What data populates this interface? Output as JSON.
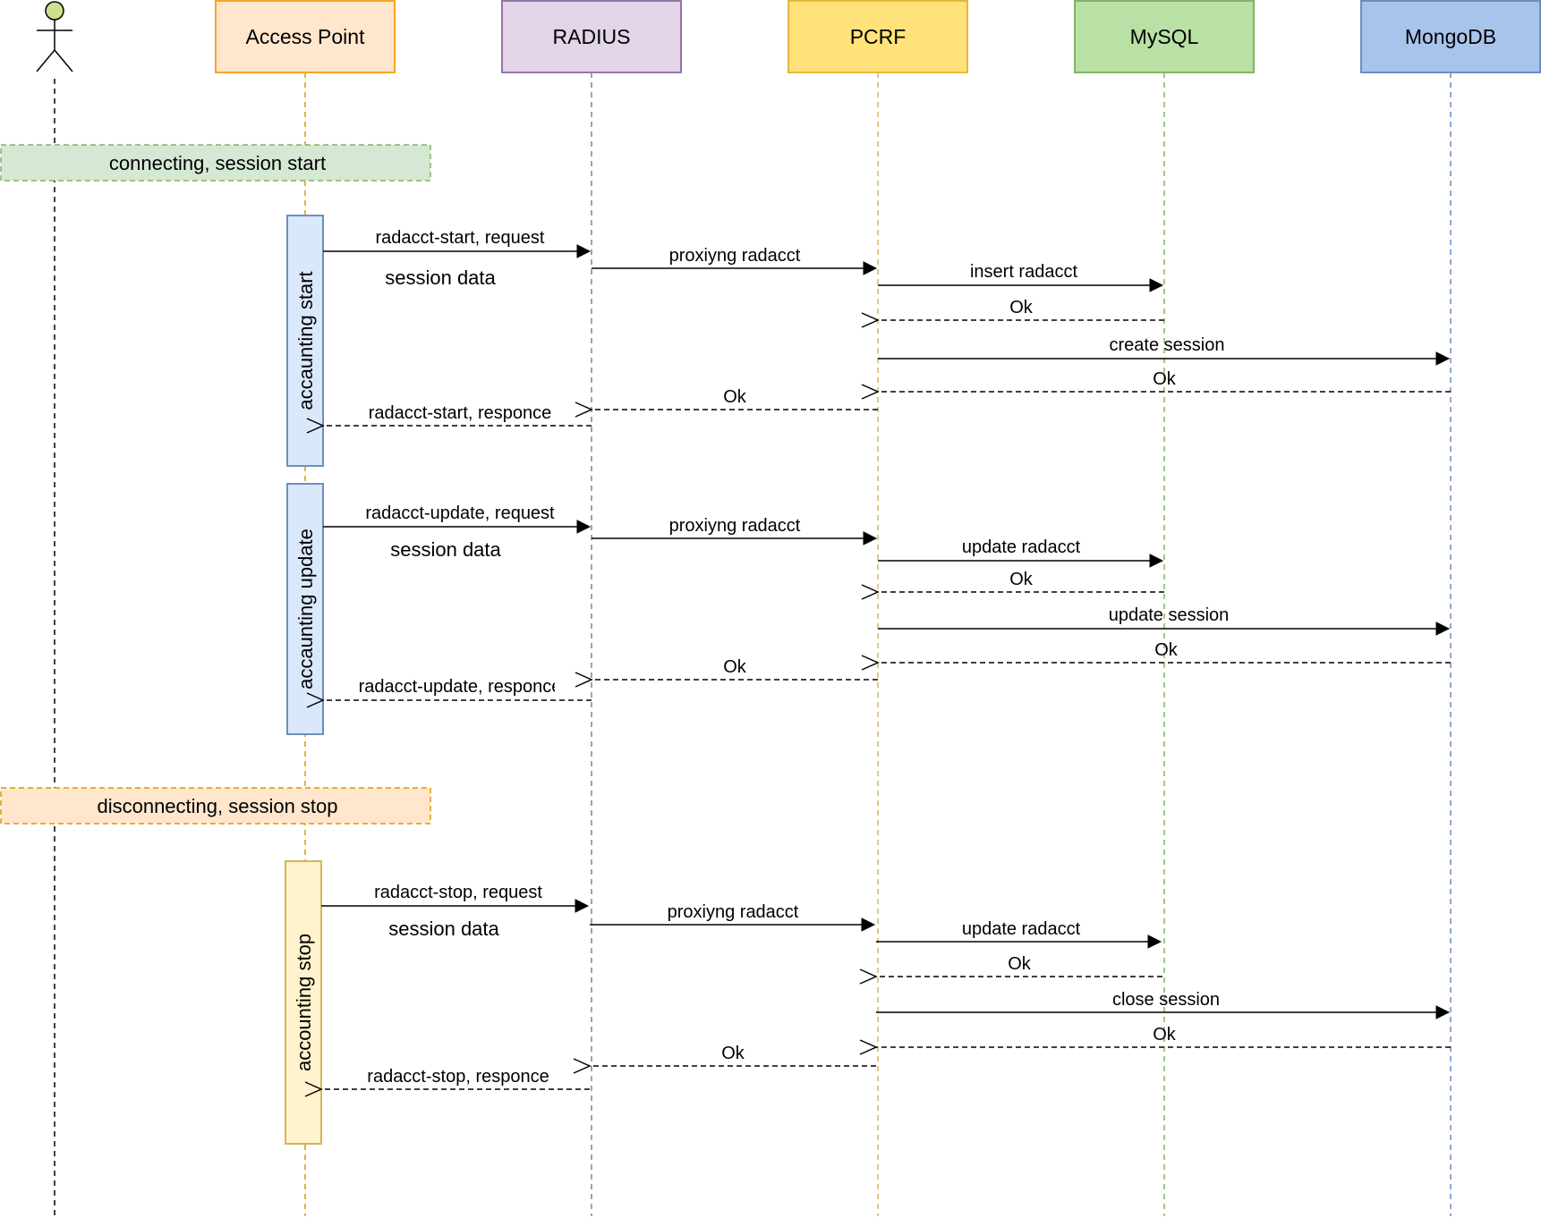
{
  "participants": [
    {
      "id": "user",
      "label": "",
      "kind": "actor",
      "stroke": "#000000",
      "fill": "#d5e8d4",
      "headFill": "#cde08a",
      "headStroke": "#82b366"
    },
    {
      "id": "ap",
      "label": "Access Point",
      "kind": "box",
      "fill": "#ffe6cc",
      "stroke": "#f5a623",
      "line": "#d79b00"
    },
    {
      "id": "radius",
      "label": "RADIUS",
      "kind": "box",
      "fill": "#e1d5e7",
      "stroke": "#9673a6",
      "line": "#9673a6"
    },
    {
      "id": "pcrf",
      "label": "PCRF",
      "kind": "box",
      "fill": "#ffe27a",
      "stroke": "#e6b83a",
      "line": "#d6b656"
    },
    {
      "id": "mysql",
      "label": "MySQL",
      "kind": "box",
      "fill": "#b9e0a5",
      "stroke": "#82b366",
      "line": "#82b366"
    },
    {
      "id": "mongodb",
      "label": "MongoDB",
      "kind": "box",
      "fill": "#a9c4eb",
      "stroke": "#6c8ebf",
      "line": "#6c8ebf"
    }
  ],
  "notes": [
    {
      "id": "connecting",
      "label": "connecting, session start",
      "fill": "#d5e8d4",
      "stroke": "#82b366"
    },
    {
      "id": "disconnecting",
      "label": "disconnecting, session stop",
      "fill": "#ffe6cc",
      "stroke": "#d79b00"
    }
  ],
  "activations": [
    {
      "id": "acc-start",
      "label": "accaunting start",
      "fill": "#dae8fc",
      "stroke": "#6c8ebf"
    },
    {
      "id": "acc-update",
      "label": "accaunting update",
      "fill": "#dae8fc",
      "stroke": "#6c8ebf"
    },
    {
      "id": "acc-stop",
      "label": "accounting stop",
      "fill": "#fff2cc",
      "stroke": "#d6b656"
    }
  ],
  "messages": [
    {
      "from": "ap",
      "to": "radius",
      "label": "radacct-start, request",
      "dashed": false
    },
    {
      "from": "radius",
      "to": "pcrf",
      "label": "proxiyng  radacct",
      "dashed": false
    },
    {
      "from": "pcrf",
      "to": "mysql",
      "label": "insert  radacct",
      "dashed": false
    },
    {
      "from": "mysql",
      "to": "pcrf",
      "label": "Ok",
      "dashed": true
    },
    {
      "from": "pcrf",
      "to": "mongodb",
      "label": "create session",
      "dashed": false
    },
    {
      "from": "mongodb",
      "to": "pcrf",
      "label": "Ok",
      "dashed": true
    },
    {
      "from": "pcrf",
      "to": "radius",
      "label": "Ok",
      "dashed": true
    },
    {
      "from": "radius",
      "to": "ap",
      "label": "radacct-start, responce",
      "dashed": true
    },
    {
      "from": "ap",
      "to": "radius",
      "label": "radacct-update, request",
      "dashed": false
    },
    {
      "from": "radius",
      "to": "pcrf",
      "label": "proxiyng  radacct",
      "dashed": false
    },
    {
      "from": "pcrf",
      "to": "mysql",
      "label": "update  radacct",
      "dashed": false
    },
    {
      "from": "mysql",
      "to": "pcrf",
      "label": "Ok",
      "dashed": true
    },
    {
      "from": "pcrf",
      "to": "mongodb",
      "label": "update session",
      "dashed": false
    },
    {
      "from": "mongodb",
      "to": "pcrf",
      "label": "Ok",
      "dashed": true
    },
    {
      "from": "pcrf",
      "to": "radius",
      "label": "Ok",
      "dashed": true
    },
    {
      "from": "radius",
      "to": "ap",
      "label": "radacct-update, responce",
      "dashed": true
    },
    {
      "from": "ap",
      "to": "radius",
      "label": "radacct-stop, request",
      "dashed": false
    },
    {
      "from": "radius",
      "to": "pcrf",
      "label": "proxiyng  radacct",
      "dashed": false
    },
    {
      "from": "pcrf",
      "to": "mysql",
      "label": "update  radacct",
      "dashed": false
    },
    {
      "from": "mysql",
      "to": "pcrf",
      "label": "Ok",
      "dashed": true
    },
    {
      "from": "pcrf",
      "to": "mongodb",
      "label": "close session",
      "dashed": false
    },
    {
      "from": "mongodb",
      "to": "pcrf",
      "label": "Ok",
      "dashed": true
    },
    {
      "from": "pcrf",
      "to": "radius",
      "label": "Ok",
      "dashed": true
    },
    {
      "from": "radius",
      "to": "ap",
      "label": "radacct-stop, responce",
      "dashed": true
    }
  ],
  "free_labels": [
    {
      "id": "session-data-1",
      "label": "session data"
    },
    {
      "id": "session-data-2",
      "label": "session data"
    },
    {
      "id": "session-data-3",
      "label": "session data"
    }
  ]
}
